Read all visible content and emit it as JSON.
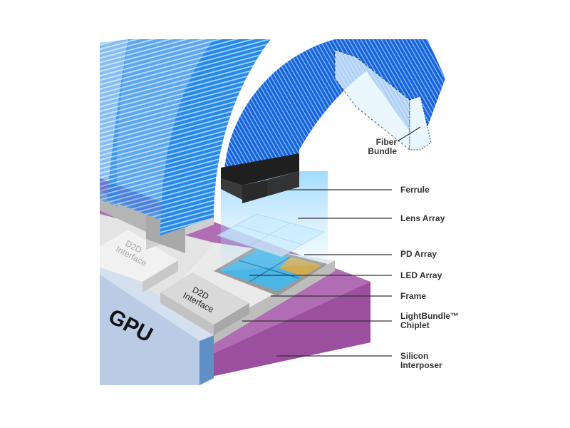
{
  "labels": {
    "fiber_bundle": [
      "Fiber",
      "Bundle"
    ],
    "ferrule": "Ferrule",
    "lens_array": "Lens Array",
    "pd_array": "PD Array",
    "led_array": "LED Array",
    "frame": "Frame",
    "chiplet": [
      "LightBundle™",
      "Chiplet"
    ],
    "interposer": [
      "Silicon",
      "Interposer"
    ]
  },
  "blocks": {
    "gpu": "GPU",
    "d2d": [
      "D2D",
      "Interface"
    ]
  },
  "colors": {
    "fiber": "#1e7be0",
    "fiber_light": "#7fc0ff",
    "interposer": "#a35aa8",
    "gpu": "#b8cbe6",
    "ferrule": "#2b2b2b",
    "pd": "#e8a93a",
    "led": "#4bb6e6"
  }
}
